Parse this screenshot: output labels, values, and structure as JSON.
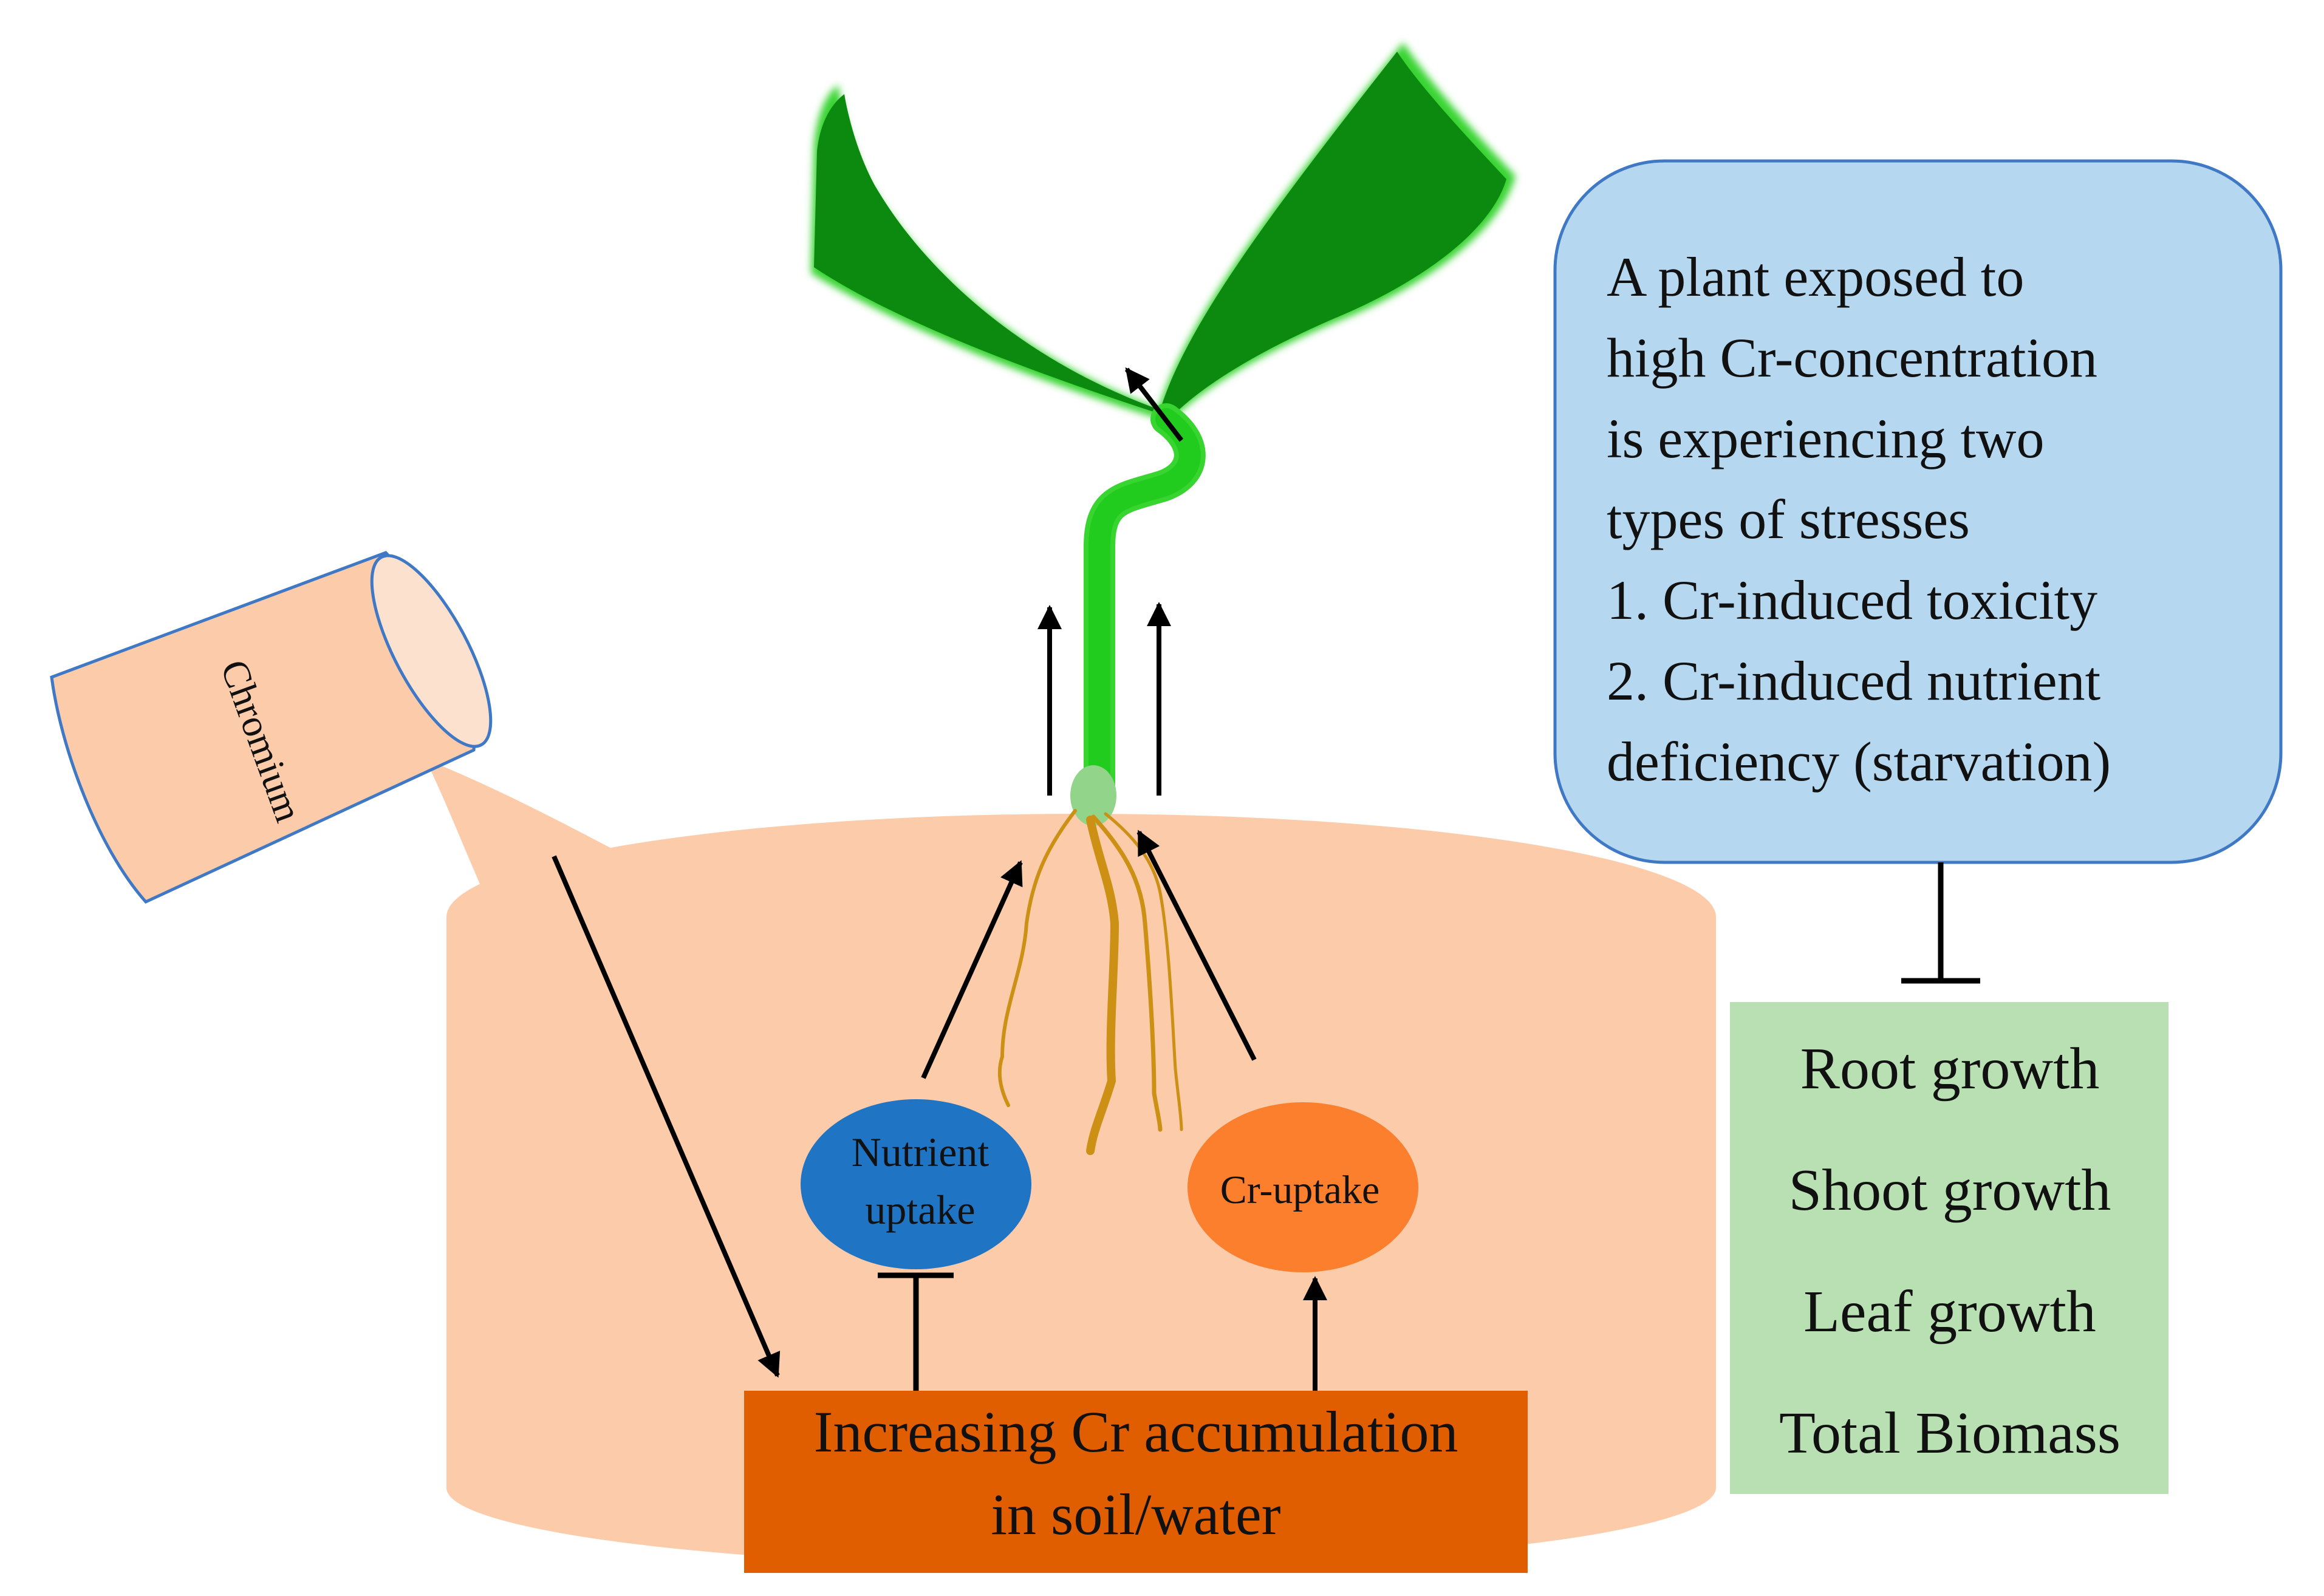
{
  "info_box": {
    "lines": [
      "A plant exposed to",
      "high Cr-concentration",
      "is experiencing two",
      "types of stresses",
      "1. Cr-induced toxicity",
      "2. Cr-induced nutrient",
      "deficiency (starvation)"
    ]
  },
  "growth_box": {
    "items": [
      "Root growth",
      "Shoot growth",
      "Leaf growth",
      "Total Biomass"
    ]
  },
  "accumulation_box": {
    "line1": "Increasing Cr accumulation",
    "line2": "in soil/water"
  },
  "nutrient_node": {
    "line1": "Nutrient",
    "line2": "uptake"
  },
  "cr_node": {
    "label": "Cr-uptake"
  },
  "container": {
    "label": "Chromium"
  },
  "colors": {
    "soil": "#fccbaa",
    "info_box": "#b5d7ef",
    "info_border": "#3f78c4",
    "growth_box": "#b9e0b3",
    "accumulation_box": "#e05e00",
    "nutrient_node": "#1f74c4",
    "cr_node": "#fb7f2c",
    "leaf": "#0b8a0f",
    "stem": "#22cc1e",
    "root": "#cc9014",
    "arrow": "#000000"
  }
}
